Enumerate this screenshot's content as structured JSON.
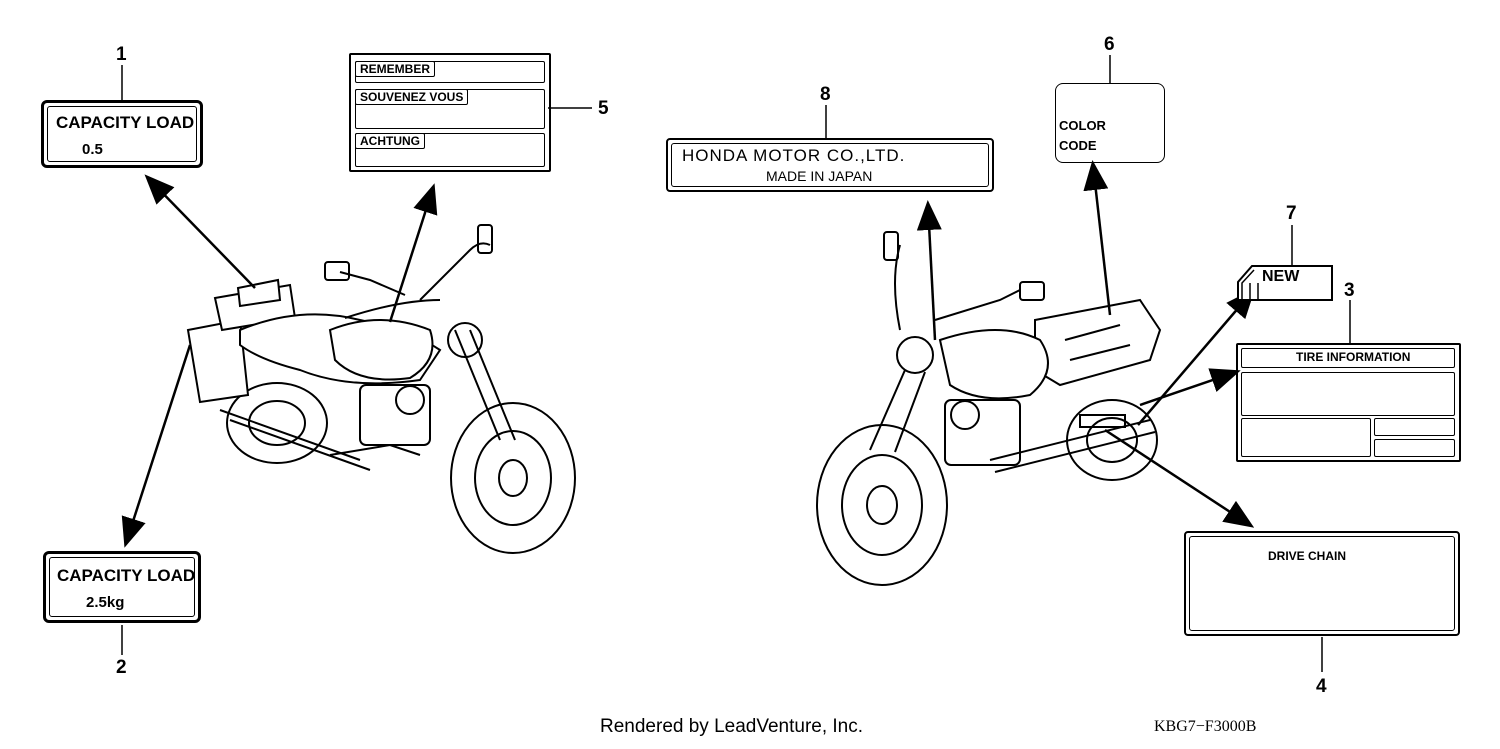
{
  "callouts": [
    "1",
    "2",
    "3",
    "4",
    "5",
    "6",
    "7",
    "8"
  ],
  "labels": {
    "capacity_load_1": {
      "title": "CAPACITY LOAD",
      "value": "0.5"
    },
    "capacity_load_2": {
      "title": "CAPACITY LOAD",
      "value": "2.5kg"
    },
    "warning": {
      "remember": "REMEMBER",
      "souvenez": "SOUVENEZ VOUS",
      "achtung": "ACHTUNG"
    },
    "color_code": {
      "line1": "COLOR",
      "line2": "CODE"
    },
    "maker": {
      "line1": "HONDA MOTOR CO.,LTD.",
      "line2": "MADE IN JAPAN"
    },
    "new": "NEW",
    "tire": "TIRE  INFORMATION",
    "chain": "DRIVE  CHAIN"
  },
  "footer": {
    "rendered": "Rendered by LeadVenture, Inc.",
    "code": "KBG7−F3000B"
  }
}
